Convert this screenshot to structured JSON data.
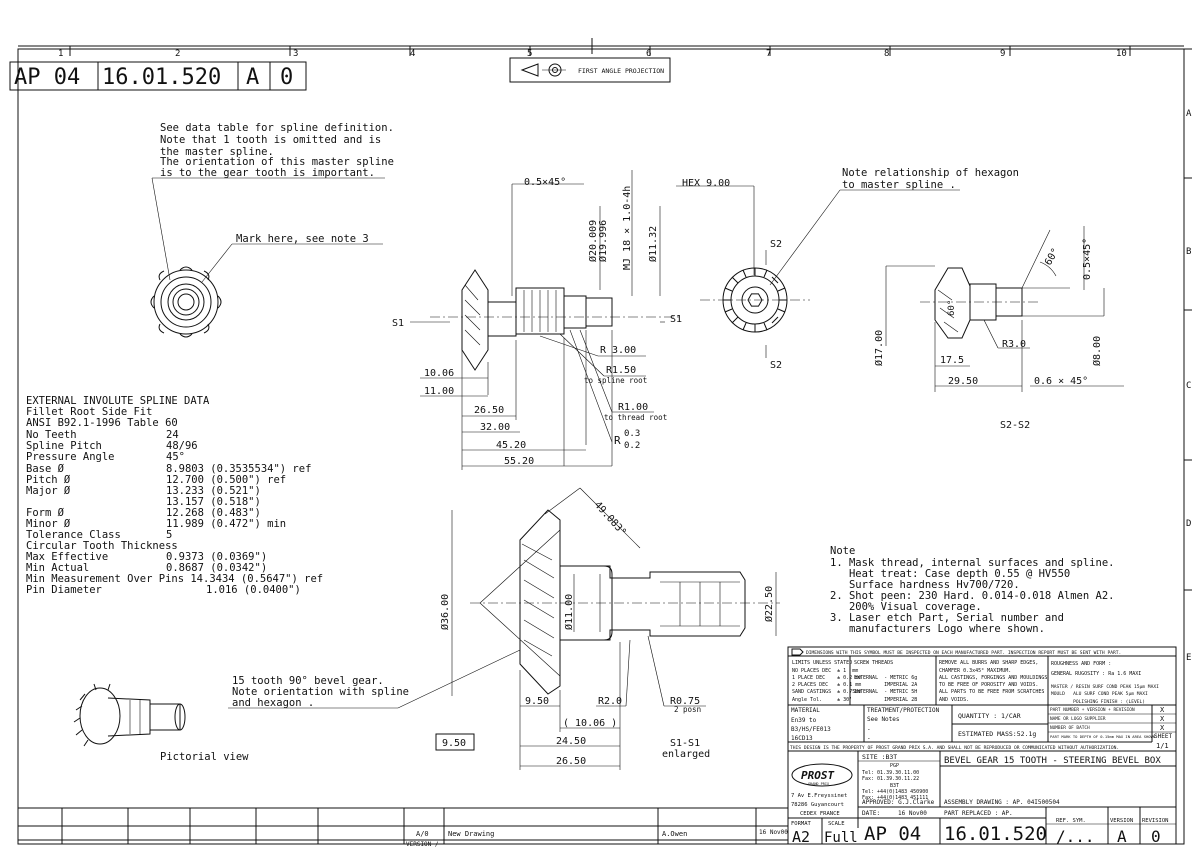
{
  "header": {
    "code_prefix": "AP 04",
    "code_number": "16.01.520",
    "rev_letter": "A",
    "rev_num": "0",
    "projection_label": "FIRST ANGLE PROJECTION",
    "zones_top": [
      "1",
      "2",
      "3",
      "4",
      "5",
      "6",
      "7",
      "8",
      "9",
      "10"
    ],
    "zones_right": [
      "A",
      "B",
      "C",
      "D",
      "E"
    ]
  },
  "notes_top": {
    "spline_note": [
      "See data table for spline definition.",
      "Note that 1 tooth is omitted and is",
      "the master spline.",
      "The orientation of this master spline",
      "is to the gear tooth is important."
    ],
    "mark_note": "Mark here, see note 3",
    "hex_note": [
      "Note relationship of hexagon",
      "to master spline ."
    ]
  },
  "spline_table": {
    "title": [
      "EXTERNAL INVOLUTE SPLINE DATA",
      "Fillet Root Side Fit",
      "ANSI B92.1-1996 Table 60"
    ],
    "rows": [
      {
        "label": "No Teeth",
        "value": "24"
      },
      {
        "label": "Spline Pitch",
        "value": "48/96"
      },
      {
        "label": "Pressure Angle",
        "value": "45°"
      },
      {
        "label": "Base Ø",
        "value": "8.9803 (0.3535534\") ref"
      },
      {
        "label": "Pitch Ø",
        "value": "12.700 (0.500\")     ref"
      },
      {
        "label": "Major Ø",
        "value": "13.233 (0.521\")"
      },
      {
        "label": "",
        "value": "13.157 (0.518\")"
      },
      {
        "label": "Form Ø",
        "value": "12.268 (0.483\")"
      },
      {
        "label": "Minor Ø",
        "value": "11.989 (0.472\") min"
      },
      {
        "label": "Tolerance Class",
        "value": "5"
      }
    ],
    "thickness_title": "Circular Tooth Thickness",
    "thickness_rows": [
      {
        "label": "Max Effective",
        "value": "0.9373 (0.0369\")"
      },
      {
        "label": "Min Actual",
        "value": "0.8687 (0.0342\")"
      }
    ],
    "pins_line": "Min Measurement Over Pins 14.3434 (0.5647\") ref",
    "pin_label": "Pin Diameter",
    "pin_value": "1.016  (0.0400\")"
  },
  "dims_side": {
    "chamfer": "0.5×45°",
    "thread": "MJ 18 × 1.0-4h",
    "d1": "Ø20.009",
    "d2": "Ø19.996",
    "d3": "Ø11.32",
    "r300": "R 3.00",
    "r150": "R1.50",
    "r150_note": "to spline root",
    "r100": "R1.00",
    "r100_note": "to thread root",
    "r03": "R",
    "r03a": "0.3",
    "r03b": "0.2",
    "s1": "S1",
    "l1006": "10.06",
    "l1100": "11.00",
    "l2650": "26.50",
    "l3200": "32.00",
    "l4520": "45.20",
    "l5520": "55.20"
  },
  "dims_front": {
    "hex": "HEX 9.00",
    "s2": "S2"
  },
  "dims_section_s2": {
    "ang60a": "60°",
    "chamfer2": "0.5×45°",
    "ang60b": "60°",
    "d17": "Ø17.00",
    "r30": "R3.0",
    "d8": "Ø8.00",
    "l175": "17.5",
    "l2950": "29.50",
    "ch06": "0.6 × 45°",
    "label": "S2-S2"
  },
  "dims_section_s1": {
    "d4908": "49.083°",
    "d36": "Ø36.00",
    "d11": "Ø11.00",
    "d2250": "Ø22.50",
    "l950": "9.50",
    "r20": "R2.0",
    "r075": "R0.75",
    "r075_note": "2 posn",
    "l1006": "( 10.06 )",
    "l950b": "9.50",
    "l2450": "24.50",
    "l2650": "26.50",
    "label": "S1-S1",
    "label2": "enlarged"
  },
  "bevel_note": [
    "15 tooth 90° bevel gear.",
    "Note orientation with spline",
    "and hexagon ."
  ],
  "pictorial": "Pictorial view",
  "general_notes": {
    "title": "Note",
    "items": [
      "1. Mask thread, internal surfaces and spline.",
      "   Heat treat: Case depth 0.55 @ HV550",
      "   Surface hardness Hv700/720.",
      "2. Shot peen: 230 Hard. 0.014-0.018 Almen A2.",
      "   200% Visual coverage.",
      "3. Laser etch Part, Serial number and",
      "   manufacturers Logo where shown."
    ]
  },
  "title_block": {
    "inspection": "DIMENSIONS WITH THIS SYMBOL MUST BE INSPECTED ON EACH MANUFACTURED PART. INSPECTION REPORT MUST BE SENT WITH PART.",
    "limits": [
      "LIMITS UNLESS STATED",
      "NO PLACES DEC  ± 1  mm",
      "1 PLACE DEC    ± 0.2 mm",
      "2 PLACES DEC   ± 0.1 mm",
      "SAND CASTINGS  ± 0.75mm",
      "Angle Tol.     ± 30'"
    ],
    "screw": [
      "SCREW THREADS",
      "",
      "EXTERNAL  - METRIC 6g",
      "          IMPERIAL 2A",
      "INTERNAL  - METRIC 5H",
      "          IMPERIAL 2B"
    ],
    "edges": [
      "REMOVE ALL BURRS AND SHARP EDGES,",
      "CHAMFER 0.3x45° MAXIMUM.",
      "ALL CASTINGS, FORGINGS AND MOULDINGS",
      "TO BE FREE OF POROSITY AND VOIDS.",
      "ALL PARTS TO BE FREE FROM SCRATCHES",
      "AND VOIDS."
    ],
    "finish": [
      "ROUGHNESS AND FORM :",
      "GENERAL RUGOSITY : Ra 1.6 MAXI",
      "MASTER / RESIN SURF COND PEAK 15µm MAXI",
      "MOULD   ALU SURF COND PEAK 5µm MAXI",
      "        POLISHING FINISH : (LEVEL)"
    ],
    "material_label": "MATERIAL",
    "material": [
      "En39 to",
      "B3/HS/FE013",
      "16CD13"
    ],
    "treatment_label": "TREATMENT/PROTECTION",
    "treatment": "See Notes",
    "treatment_extra": [
      "-",
      "-"
    ],
    "quantity": "QUANTITY :  1/CAR",
    "mass": "ESTIMATED MASS:52.1g",
    "part_number_rows": [
      "PART NUMBER + VERSION + REVISION",
      "NAME OR LOGO SUPPLIER",
      "NUMBER OF BATCH",
      "PART MARK TO DEPTH OF 0.15mm MAX IN AREA SHOWN"
    ],
    "part_marks": [
      "X",
      "X",
      "X",
      "X"
    ],
    "sheet_label": "SHEET",
    "sheet_value": "1/1",
    "property": "THIS DESIGN IS THE PROPERTY OF PROST GRAND PRIX S.A. AND SHALL NOT BE REPRODUCED OR COMMUNICATED WITHOUT AUTHORIZATION.",
    "site": "SITE :B3T",
    "site_lines": [
      "PGP",
      "Tel: 01.39.30.11.00",
      "Fax: 01.39.30.11.22",
      "B3T",
      "Tel: +44(0)1483 450900",
      "Fax: +44(0)1483 451111"
    ],
    "company": "PROST",
    "company_sub": "GRAND PRIX",
    "address": [
      "7 Av E.Freyssinet",
      "78286 Guyancourt",
      "CEDEX FRANCE"
    ],
    "title": "BEVEL GEAR 15 TOOTH - STEERING BEVEL BOX",
    "approved": "APPROVED: G.J.Clarke",
    "date_label": "DATE:",
    "date": "16 Nov00",
    "assembly": "ASSEMBLY DRAWING : AP. 04I500504",
    "replaced": "PART REPLACED    : AP.",
    "format_label": "FORMAT",
    "format": "A2",
    "scale_label": "SCALE",
    "scale": "Full",
    "bottom_prefix": "AP 04",
    "bottom_number": "16.01.520",
    "ref_label": "REF. SYM.",
    "ref": "/...",
    "version_label": "VERSION",
    "version": "A",
    "revision_label": "REVISION",
    "revision": "0"
  },
  "revision_table": {
    "row_rev": "A/0",
    "row_desc": "New Drawing",
    "row_by": "A.Owen",
    "row_date": "16 Nov00",
    "next_rev": "VERSION /"
  }
}
